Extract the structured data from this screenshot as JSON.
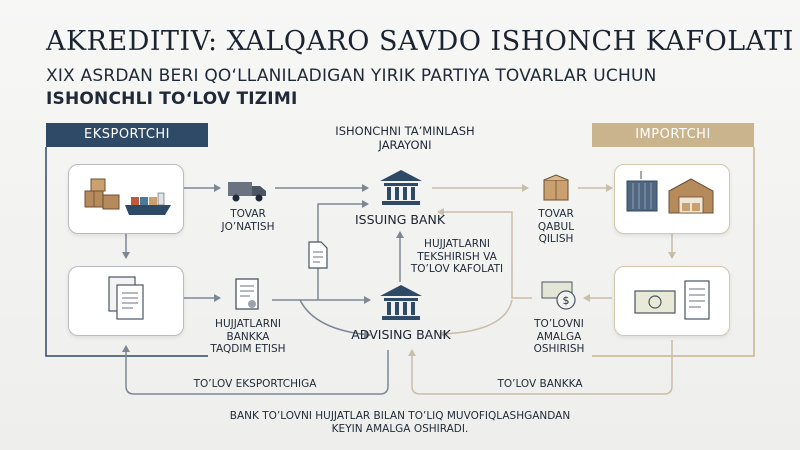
{
  "title": "AKREDITIV: XALQARO SAVDO ISHONCH KAFOLATI",
  "subtitle_line1": "XIX ASRDAN BERI QO‘LLANILADIGAN YIRIK PARTIYA TOVARLAR UCHUN",
  "subtitle_line2": "ISHONCHLI TO‘LOV TIZIMI",
  "exporter_tag": "EKSPORTCHI",
  "importer_tag": "IMPORTCHI",
  "process_title": "ISHONCHNI TA’MINLASH JARAYONI",
  "steps": {
    "ship_goods": "TOVAR JO’NATISH",
    "submit_docs": "HUJJATLARNI BANKKA TAQDIM ETISH",
    "receive_goods": "TOVAR QABUL QILISH",
    "make_payment": "TO’LOVNI AMALGA OSHIRISH",
    "check_docs": "HUJJATLARNI TEKSHIRISH VA TO’LOV KAFOLATI"
  },
  "banks": {
    "issuing": "ISSUING BANK",
    "advising": "ADVISING BANK"
  },
  "flows": {
    "pay_exporter": "TO’LOV EKSPORTCHIGA",
    "pay_bank": "TO’LOV BANKKA"
  },
  "footer_note": "BANK TO’LOVNI HUJJATLAR BILAN TO’LIQ MUVOFIQLASHGANDAN KEYIN AMALGA OSHIRADI.",
  "colors": {
    "exporter": "#2f4a66",
    "importer": "#c9b48d",
    "arrow_dark": "#7d8794",
    "arrow_light": "#ccc2ad",
    "text": "#1f2937"
  }
}
